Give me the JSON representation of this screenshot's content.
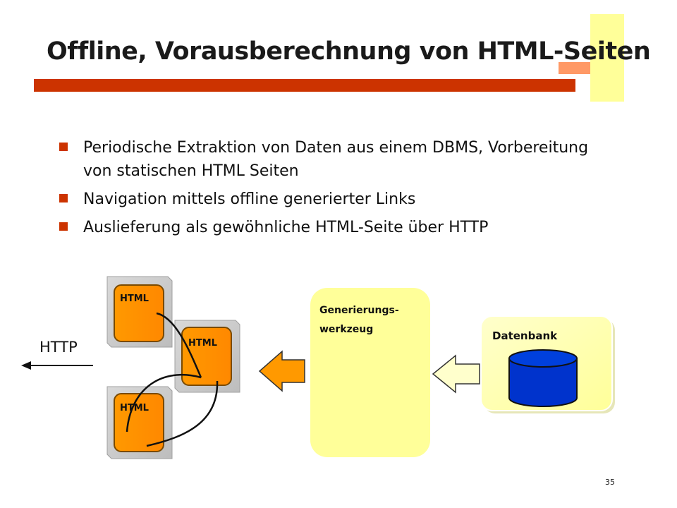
{
  "slide": {
    "title": "Offline, Vorausberechnung von HTML-Seiten",
    "page_number": "35"
  },
  "bullets": [
    {
      "text": "Periodische Extraktion von Daten aus einem DBMS, Vorbereitung von statischen HTML Seiten"
    },
    {
      "text": "Navigation mittels offline generierter Links"
    },
    {
      "text": "Auslieferung als gewöhnliche HTML-Seite über HTTP"
    }
  ],
  "diagram": {
    "http_label": "HTTP",
    "html_pages": [
      {
        "label": "HTML"
      },
      {
        "label": "HTML"
      },
      {
        "label": "HTML"
      }
    ],
    "generator": {
      "line1": "Generierungs-",
      "line2": "werkzeug"
    },
    "database": {
      "label": "Datenbank"
    },
    "colors": {
      "title_bar": "#cc3300",
      "accent_yellow": "#ffff99",
      "accent_orange": "#ff9966",
      "html_page_fill": "#ff9900",
      "page_shadow": "#cccccc",
      "generator_fill": "#ffff99",
      "database_box": "#ffffcc",
      "database_cylinder": "#0033cc",
      "arrow_orange": "#ff9900",
      "arrow_yellow": "#ffffcc"
    }
  }
}
